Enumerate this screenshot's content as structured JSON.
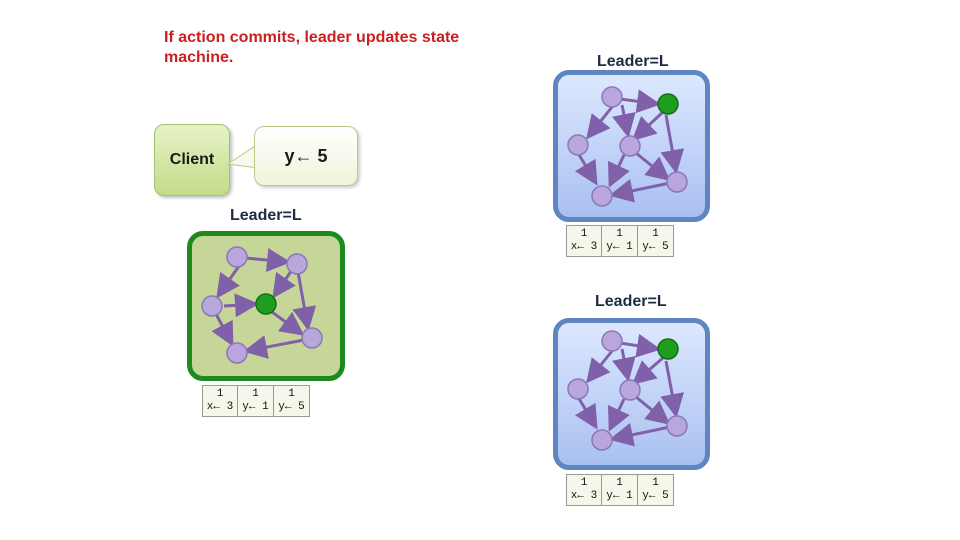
{
  "caption": "If action commits, leader updates state machine.",
  "client": {
    "label": "Client",
    "request": "y← 5"
  },
  "clusters": [
    {
      "leader_label": "Leader=L",
      "log": [
        {
          "term": "1",
          "command": "x← 3"
        },
        {
          "term": "1",
          "command": "y← 1"
        },
        {
          "term": "1",
          "command": "y← 5"
        }
      ]
    },
    {
      "leader_label": "Leader=L",
      "log": [
        {
          "term": "1",
          "command": "x← 3"
        },
        {
          "term": "1",
          "command": "y← 1"
        },
        {
          "term": "1",
          "command": "y← 5"
        }
      ]
    },
    {
      "leader_label": "Leader=L",
      "log": [
        {
          "term": "1",
          "command": "x← 3"
        },
        {
          "term": "1",
          "command": "y← 1"
        },
        {
          "term": "1",
          "command": "y← 5"
        }
      ]
    }
  ],
  "colors": {
    "caption": "#cc1f1f",
    "leader_node": "#1e9e1e",
    "follower_node": "#b8a6dc",
    "edge": "#8060a8",
    "left_border": "#1c8a1c",
    "right_border": "#5f86c2"
  }
}
